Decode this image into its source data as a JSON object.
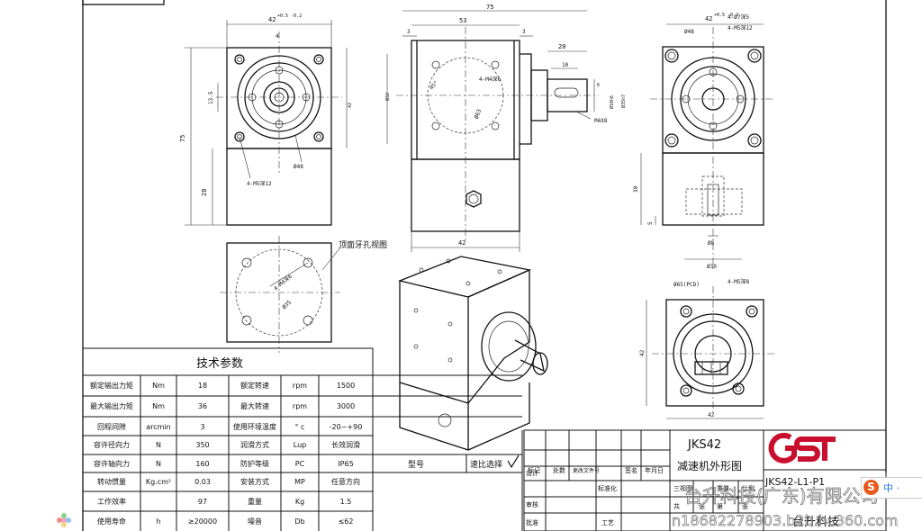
{
  "dims": {
    "front_width": "42",
    "front_width_tol": "+0.5 -0.2",
    "front_height": "75",
    "front_lower": "28",
    "front_bolt": "4-M5深12",
    "front_dia": "Ø48",
    "front_v1": "13.5",
    "front_v2": "4",
    "side_width": "75",
    "side_inner": "53",
    "side_left": "3",
    "side_right": "3",
    "side_shaft": "20",
    "side_key": "10",
    "side_keyh": "6",
    "side_shaft_d": "Ø10h6",
    "side_flange": "Ø35h7",
    "side_pilot": "Ø32",
    "side_tap": "4-M4深6",
    "side_angle": "45°",
    "side_pcd": "Ø63",
    "side_m4": "M4X8",
    "side_bottom": "42",
    "right_width": "42",
    "right_width_tol": "+0.5 -0.2",
    "right_hole": "4-Ø7深5",
    "right_bolt": "4-M5深12",
    "right_dia": "Ø48",
    "right_h": "30",
    "right_h2": "5",
    "right_d8": "Ø8",
    "right_d30": "Ø30",
    "bot_tap": "4-M4深6",
    "bot_pcd": "Ø35",
    "br_pcd": "Ø65(PCD)",
    "br_bolt": "4-M5深8",
    "br_h": "42",
    "br_w": "42"
  },
  "top_view_label": "顶面牙孔视图",
  "spec": {
    "title": "技术参数",
    "rows": [
      {
        "p1": "额定输出力矩",
        "u1": "Nm",
        "v1": "18",
        "p2": "额定转速",
        "u2": "rpm",
        "v2": "1500"
      },
      {
        "p1": "最大输出力矩",
        "u1": "Nm",
        "v1": "36",
        "p2": "最大转速",
        "u2": "rpm",
        "v2": "3000"
      },
      {
        "p1": "回程间隙",
        "u1": "arcmin",
        "v1": "3",
        "p2": "使用环境温度",
        "u2": "° c",
        "v2": "-20~+90"
      },
      {
        "p1": "容许径向力",
        "u1": "N",
        "v1": "350",
        "p2": "润滑方式",
        "u2": "Lup",
        "v2": "长效润滑"
      },
      {
        "p1": "容许轴向力",
        "u1": "N",
        "v1": "160",
        "p2": "防护等级",
        "u2": "PC",
        "v2": "IP65"
      },
      {
        "p1": "转动惯量",
        "u1": "Kg.cm²",
        "v1": "0.03",
        "p2": "安装方式",
        "u2": "MP",
        "v2": "任意方向"
      },
      {
        "p1": "工作效率",
        "u1": "",
        "v1": "97",
        "p2": "重量",
        "u2": "Kg",
        "v2": "1.5"
      },
      {
        "p1": "使用寿命",
        "u1": "h",
        "v1": "≥20000",
        "p2": "噪音",
        "u2": "Db",
        "v2": "≤62"
      }
    ]
  },
  "model_label": "型号",
  "options_label": "速比选择",
  "titleblock": {
    "model": "JKS42",
    "drawing_name": "减速机外形图",
    "drawing_no": "JKS42-L1-P1",
    "company": "台升科技",
    "row_labels": [
      "标记",
      "处数",
      "更改文件号",
      "签名",
      "年月日"
    ],
    "side_labels": [
      "设计",
      "审核",
      "批准"
    ],
    "mid_labels": [
      "标准化",
      "工艺"
    ],
    "stage_labels": [
      "三视图",
      "重量",
      "比例"
    ],
    "sheet_labels": [
      "共",
      "张",
      "第",
      "张"
    ]
  },
  "watermark": {
    "company": "台升科技(广东)有限公司",
    "contact": "n18682278903.b2b.hc360.com"
  },
  "overlay": {
    "glyph": "S",
    "text": "中 ·"
  },
  "colors": {
    "brand": "#c8102e",
    "ink": "#111111"
  }
}
